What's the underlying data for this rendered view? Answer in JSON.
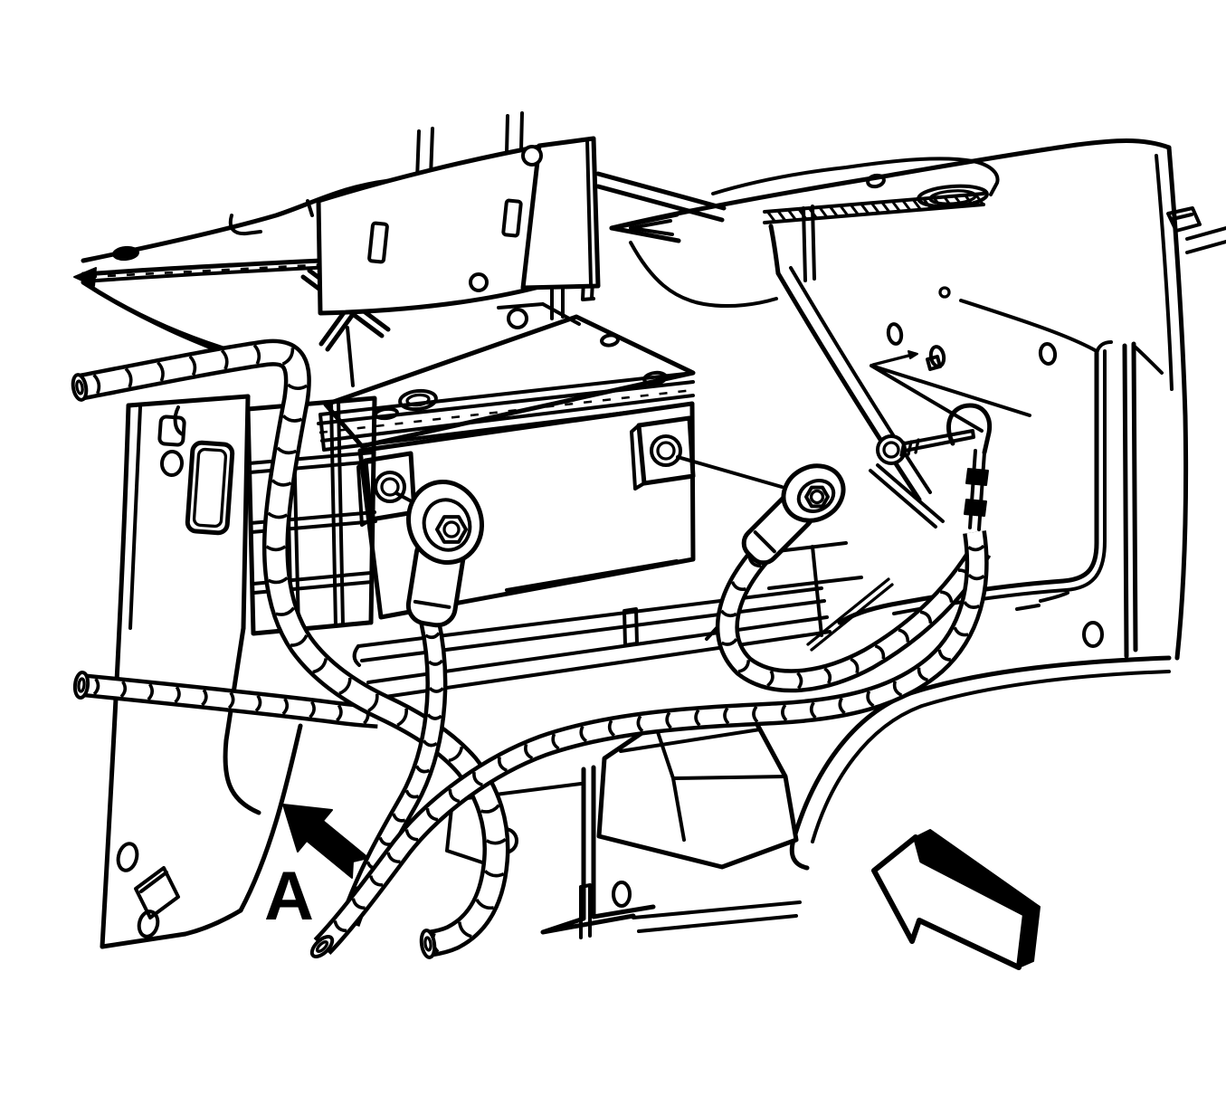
{
  "figure": {
    "kind": "technical line illustration",
    "subject": "Vehicle battery and battery cable routing in engine compartment",
    "callout_label": "A",
    "colors": {
      "line": "#000000",
      "background": "#ffffff"
    }
  },
  "icons": {
    "callout_arrow": "solid-arrow-up-left-icon",
    "view_direction_arrow": "outline-3d-arrow-left-icon"
  }
}
